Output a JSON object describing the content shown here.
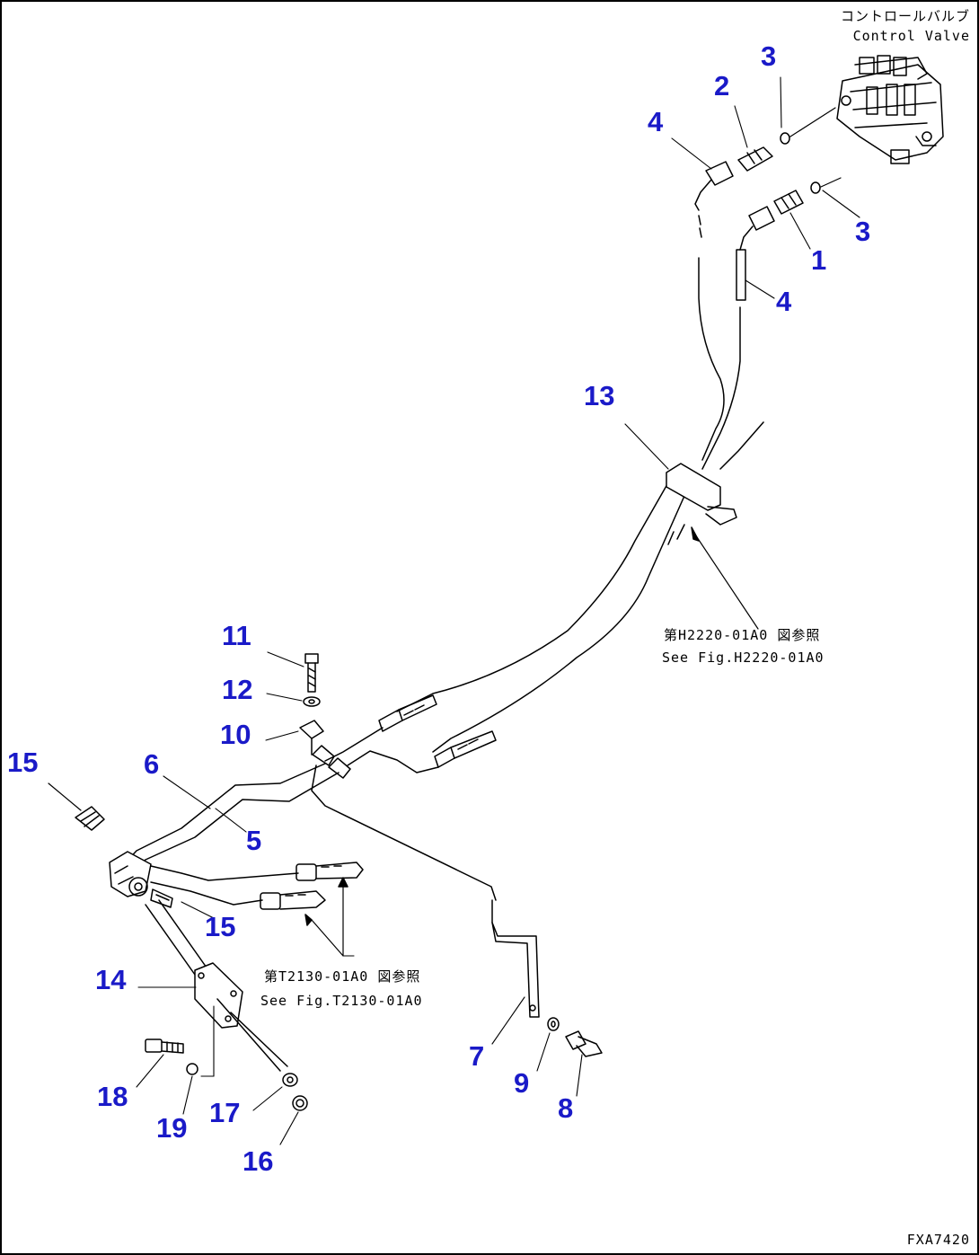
{
  "diagram_code": "FXA7420",
  "colors": {
    "callout": "#1a1ac8",
    "line": "#000000"
  },
  "notes": {
    "control_valve_jp": "コントロールバルブ",
    "control_valve_en": "Control Valve",
    "ref_h2220_jp": "第H2220-01A0 図参照",
    "ref_h2220_en": "See Fig.H2220-01A0",
    "ref_t2130_jp": "第T2130-01A0 図参照",
    "ref_t2130_en": "See Fig.T2130-01A0"
  },
  "callouts": {
    "n1": "1",
    "n2": "2",
    "n3a": "3",
    "n3b": "3",
    "n4a": "4",
    "n4b": "4",
    "n5": "5",
    "n6": "6",
    "n7": "7",
    "n8": "8",
    "n9": "9",
    "n10": "10",
    "n11": "11",
    "n12": "12",
    "n13": "13",
    "n14": "14",
    "n15a": "15",
    "n15b": "15",
    "n16": "16",
    "n17": "17",
    "n18": "18",
    "n19": "19"
  }
}
